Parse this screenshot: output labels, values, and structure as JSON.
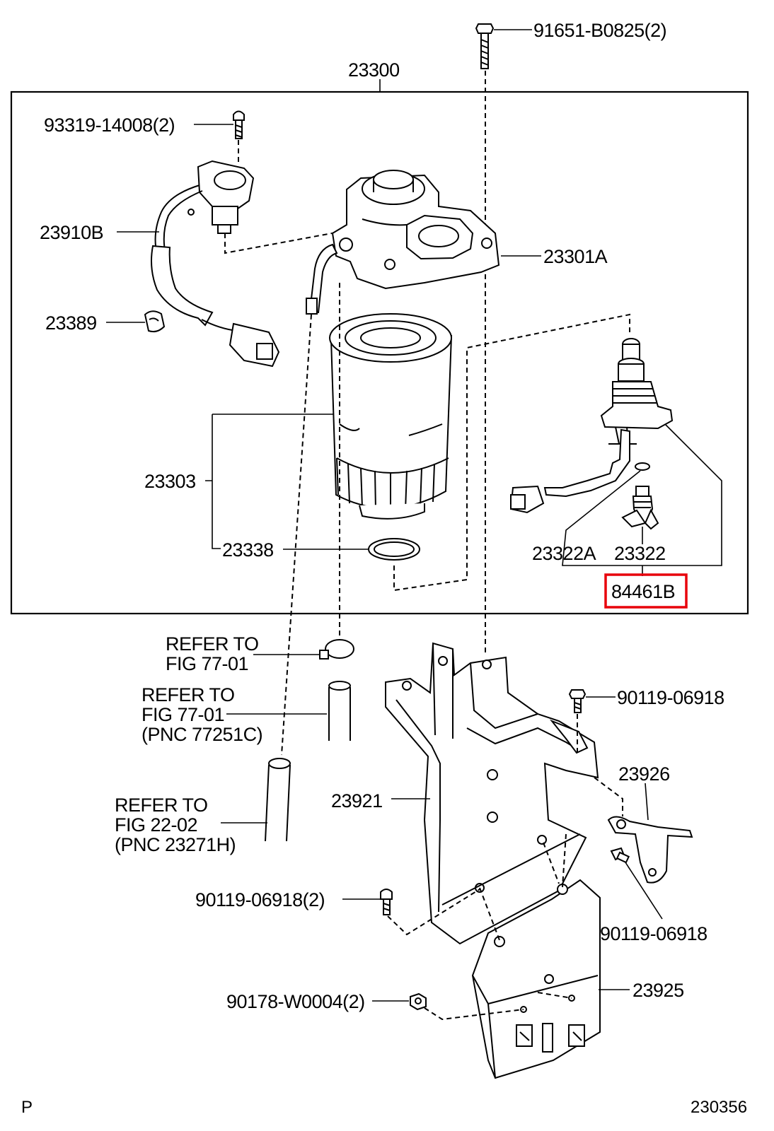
{
  "highlight_color": "#e8000b",
  "labels": {
    "bolt_top": "91651-B0825(2)",
    "assembly": "23300",
    "screw_sensor": "93319-14008(2)",
    "wire_harness": "23910B",
    "filter_head": "23301A",
    "clamp": "23389",
    "filter_element": "23303",
    "gasket": "23338",
    "sensor_gasket": "23322A",
    "sensor_plug": "23322",
    "sensor_assy": "84461B",
    "refer1_line1": "REFER TO",
    "refer1_line2": "FIG  77-01",
    "refer2_line1": "REFER TO",
    "refer2_line2": "FIG   77-01",
    "refer2_line3": "(PNC 77251C)",
    "refer3_line1": "REFER TO",
    "refer3_line2": "FIG   22-02",
    "refer3_line3": "(PNC 23271H)",
    "bolt_right": "90119-06918",
    "bracket_small": "23926",
    "bracket_main": "23921",
    "bolt_left": "90119-06918(2)",
    "bolt_right_lower": "90119-06918",
    "bracket_plate": "23925",
    "nut": "90178-W0004(2)",
    "corner_mark": "P",
    "figure_code": "230356"
  }
}
